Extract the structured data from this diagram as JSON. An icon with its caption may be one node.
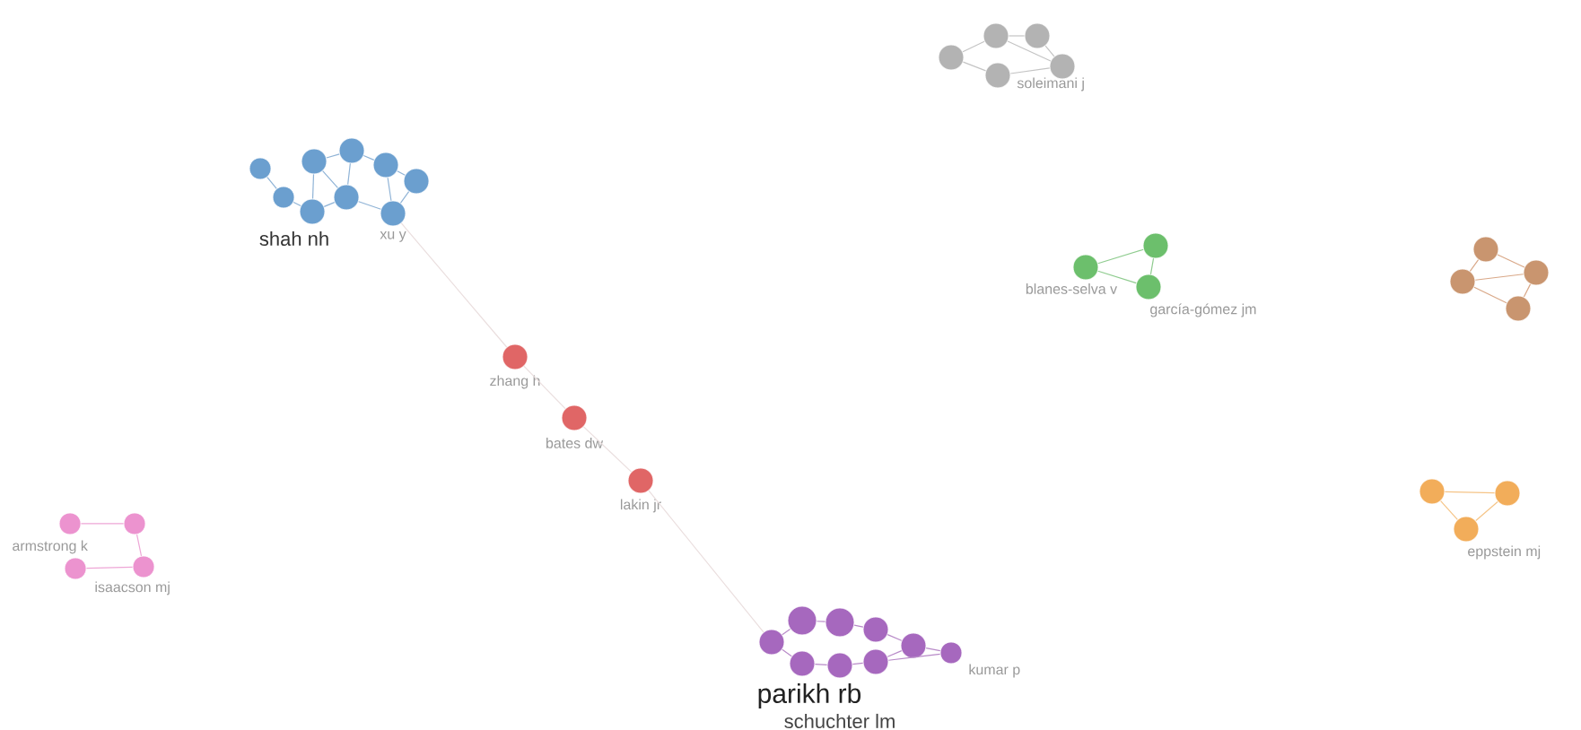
{
  "diagram": {
    "nodes": [
      {
        "text": [],
        "shape": "circle"
      },
      {
        "text": [],
        "shape": "circle"
      },
      {
        "text": [],
        "shape": "circle"
      },
      {
        "text": [],
        "shape": "circle"
      },
      {
        "text": [],
        "shape": "circle"
      },
      {
        "text": [],
        "shape": "circle"
      },
      {
        "text": [
          "shah nh"
        ]
      },
      {
        "text": [],
        "shape": "circle"
      },
      {
        "text": [
          "xu y"
        ]
      },
      {
        "text": [],
        "shape": "circle"
      },
      {
        "text": [],
        "shape": "circle"
      },
      {
        "text": [],
        "shape": "circle"
      },
      {
        "text": [],
        "shape": "circle"
      },
      {
        "text": [
          "soleimani j"
        ]
      },
      {
        "text": [
          "zhang h"
        ]
      },
      {
        "text": [
          "bates dw"
        ]
      },
      {
        "text": [
          "lakin jr"
        ]
      },
      {
        "text": [
          "blanes-selva v"
        ]
      },
      {
        "text": [],
        "shape": "circle"
      },
      {
        "text": [
          "garcía-gómez jm"
        ]
      },
      {
        "text": [],
        "shape": "circle"
      },
      {
        "text": [],
        "shape": "circle"
      },
      {
        "text": [],
        "shape": "circle"
      },
      {
        "text": [],
        "shape": "circle"
      },
      {
        "text": [],
        "shape": "circle"
      },
      {
        "text": [],
        "shape": "circle"
      },
      {
        "text": [
          "armstrong k"
        ]
      },
      {
        "text": [
          "isaacson mj"
        ]
      },
      {
        "text": [],
        "shape": "circle"
      },
      {
        "text": [],
        "shape": "circle"
      },
      {
        "text": [
          "eppstein mj"
        ]
      },
      {
        "text": [],
        "shape": "circle"
      },
      {
        "text": [],
        "shape": "circle"
      },
      {
        "text": [],
        "shape": "circle"
      },
      {
        "text": [],
        "shape": "circle"
      },
      {
        "text": [],
        "shape": "circle"
      },
      {
        "text": [
          "parikh rb"
        ]
      },
      {
        "text": [
          "schuchter lm"
        ]
      },
      {
        "text": [],
        "shape": "circle"
      },
      {
        "text": [
          "kumar p"
        ]
      }
    ],
    "edges": [
      {
        "from": 0,
        "to": 5,
        "arrow": "none",
        "color": "#8fb3d6"
      },
      {
        "from": 1,
        "to": 2,
        "arrow": "none",
        "color": "#8fb3d6"
      },
      {
        "from": 2,
        "to": 3,
        "arrow": "none",
        "color": "#8fb3d6"
      },
      {
        "from": 3,
        "to": 4,
        "arrow": "none",
        "color": "#8fb3d6"
      },
      {
        "from": 1,
        "to": 7,
        "arrow": "none",
        "color": "#8fb3d6"
      },
      {
        "from": 2,
        "to": 7,
        "arrow": "none",
        "color": "#8fb3d6"
      },
      {
        "from": 3,
        "to": 8,
        "arrow": "none",
        "color": "#8fb3d6"
      },
      {
        "from": 4,
        "to": 8,
        "arrow": "none",
        "color": "#8fb3d6"
      },
      {
        "from": 5,
        "to": 6,
        "arrow": "none",
        "color": "#8fb3d6"
      },
      {
        "from": 6,
        "to": 7,
        "arrow": "none",
        "color": "#8fb3d6"
      },
      {
        "from": 7,
        "to": 8,
        "arrow": "none",
        "color": "#8fb3d6"
      },
      {
        "from": 1,
        "to": 6,
        "arrow": "none",
        "color": "#8fb3d6"
      },
      {
        "from": 9,
        "to": 10,
        "arrow": "none",
        "color": "#c4c4c4"
      },
      {
        "from": 10,
        "to": 11,
        "arrow": "none",
        "color": "#c4c4c4"
      },
      {
        "from": 11,
        "to": 12,
        "arrow": "none",
        "color": "#c4c4c4"
      },
      {
        "from": 12,
        "to": 13,
        "arrow": "none",
        "color": "#c4c4c4"
      },
      {
        "from": 9,
        "to": 13,
        "arrow": "none",
        "color": "#c4c4c4"
      },
      {
        "from": 10,
        "to": 12,
        "arrow": "none",
        "color": "#c4c4c4"
      },
      {
        "from": 8,
        "to": 14,
        "arrow": "none",
        "color": "#eadede"
      },
      {
        "from": 14,
        "to": 15,
        "arrow": "none",
        "color": "#eadede"
      },
      {
        "from": 15,
        "to": 16,
        "arrow": "none",
        "color": "#eadede"
      },
      {
        "from": 16,
        "to": 31,
        "arrow": "none",
        "color": "#eadede"
      },
      {
        "from": 17,
        "to": 18,
        "arrow": "none",
        "color": "#8fcc8f"
      },
      {
        "from": 17,
        "to": 19,
        "arrow": "none",
        "color": "#8fcc8f"
      },
      {
        "from": 18,
        "to": 19,
        "arrow": "none",
        "color": "#8fcc8f"
      },
      {
        "from": 20,
        "to": 21,
        "arrow": "none",
        "color": "#d9a888"
      },
      {
        "from": 20,
        "to": 22,
        "arrow": "none",
        "color": "#d9a888"
      },
      {
        "from": 21,
        "to": 22,
        "arrow": "none",
        "color": "#d9a888"
      },
      {
        "from": 21,
        "to": 23,
        "arrow": "none",
        "color": "#d9a888"
      },
      {
        "from": 22,
        "to": 23,
        "arrow": "none",
        "color": "#d9a888"
      },
      {
        "from": 24,
        "to": 25,
        "arrow": "none",
        "color": "#eea6d6"
      },
      {
        "from": 25,
        "to": 27,
        "arrow": "none",
        "color": "#eea6d6"
      },
      {
        "from": 26,
        "to": 27,
        "arrow": "none",
        "color": "#eea6d6"
      },
      {
        "from": 28,
        "to": 29,
        "arrow": "none",
        "color": "#f5c487"
      },
      {
        "from": 28,
        "to": 30,
        "arrow": "none",
        "color": "#f5c487"
      },
      {
        "from": 29,
        "to": 30,
        "arrow": "none",
        "color": "#f5c487"
      },
      {
        "from": 31,
        "to": 32,
        "arrow": "none",
        "color": "#b88ac8"
      },
      {
        "from": 32,
        "to": 33,
        "arrow": "none",
        "color": "#b88ac8"
      },
      {
        "from": 33,
        "to": 34,
        "arrow": "none",
        "color": "#b88ac8"
      },
      {
        "from": 34,
        "to": 35,
        "arrow": "none",
        "color": "#b88ac8"
      },
      {
        "from": 31,
        "to": 36,
        "arrow": "none",
        "color": "#b88ac8"
      },
      {
        "from": 36,
        "to": 37,
        "arrow": "none",
        "color": "#b88ac8"
      },
      {
        "from": 37,
        "to": 38,
        "arrow": "none",
        "color": "#b88ac8"
      },
      {
        "from": 38,
        "to": 35,
        "arrow": "none",
        "color": "#b88ac8"
      },
      {
        "from": 35,
        "to": 39,
        "arrow": "none",
        "color": "#b88ac8"
      },
      {
        "from": 38,
        "to": 39,
        "arrow": "none",
        "color": "#b88ac8"
      }
    ]
  }
}
